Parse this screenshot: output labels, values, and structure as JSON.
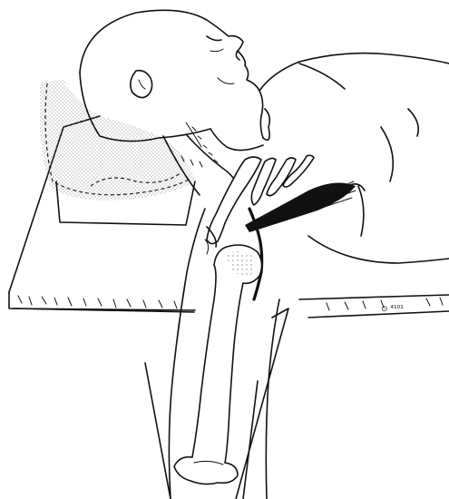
{
  "image": {
    "kind": "line illustration",
    "style": "black ink on white",
    "colors": {
      "ink": "#111111",
      "background": "#ffffff",
      "stipple": "#666666"
    }
  },
  "table_markings": "⊙ ⁴¹⁰¹"
}
